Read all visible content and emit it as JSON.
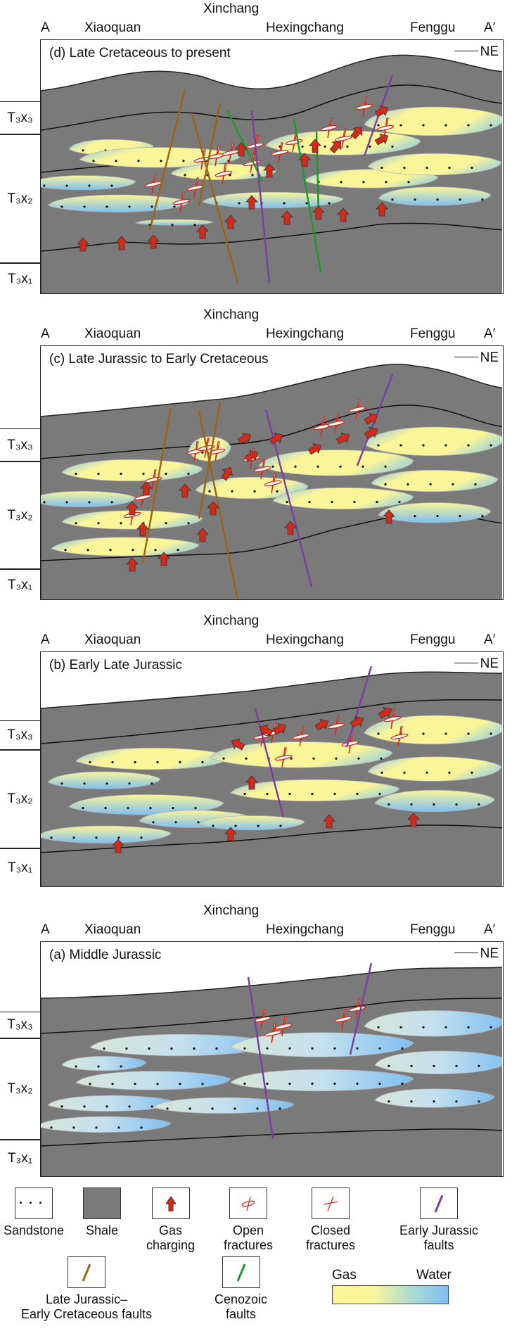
{
  "header": {
    "locations": {
      "top": "Xinchang",
      "a": "A",
      "xiaoquan": "Xiaoquan",
      "hexingchang": "Hexingchang",
      "fenggu": "Fenggu",
      "a_prime": "A′"
    },
    "direction": "NE"
  },
  "panels": [
    {
      "id": "d",
      "title": "(d) Late Cretaceous to present"
    },
    {
      "id": "c",
      "title": "(c) Late Jurassic to Early Cretaceous"
    },
    {
      "id": "b",
      "title": "(b) Early Late Jurassic"
    },
    {
      "id": "a",
      "title": "(a) Middle Jurassic"
    }
  ],
  "layers": [
    "T₃x₃",
    "T₃x₂",
    "T₃x₁"
  ],
  "legend": {
    "sandstone": "Sandstone",
    "shale": "Shale",
    "gas_charging": [
      "Gas",
      "charging"
    ],
    "open_fractures": [
      "Open",
      "fractures"
    ],
    "closed_fractures": [
      "Closed",
      "fractures"
    ],
    "early_jurassic": [
      "Early Jurassic",
      "faults"
    ],
    "late_jurassic": [
      "Late Jurassic–",
      "Early Cretaceous faults"
    ],
    "cenozoic": [
      "Cenozoic",
      "faults"
    ],
    "gas_label": "Gas",
    "water_label": "Water"
  },
  "colors": {
    "shale": "#7a7a7a",
    "gas": "#fbf59a",
    "water": "#7fbff0",
    "early_jurassic_fault": "#7b3f9e",
    "late_jurassic_fault": "#9a6414",
    "cenozoic_fault": "#1a9a2a",
    "arrow": "#d42a1a"
  }
}
